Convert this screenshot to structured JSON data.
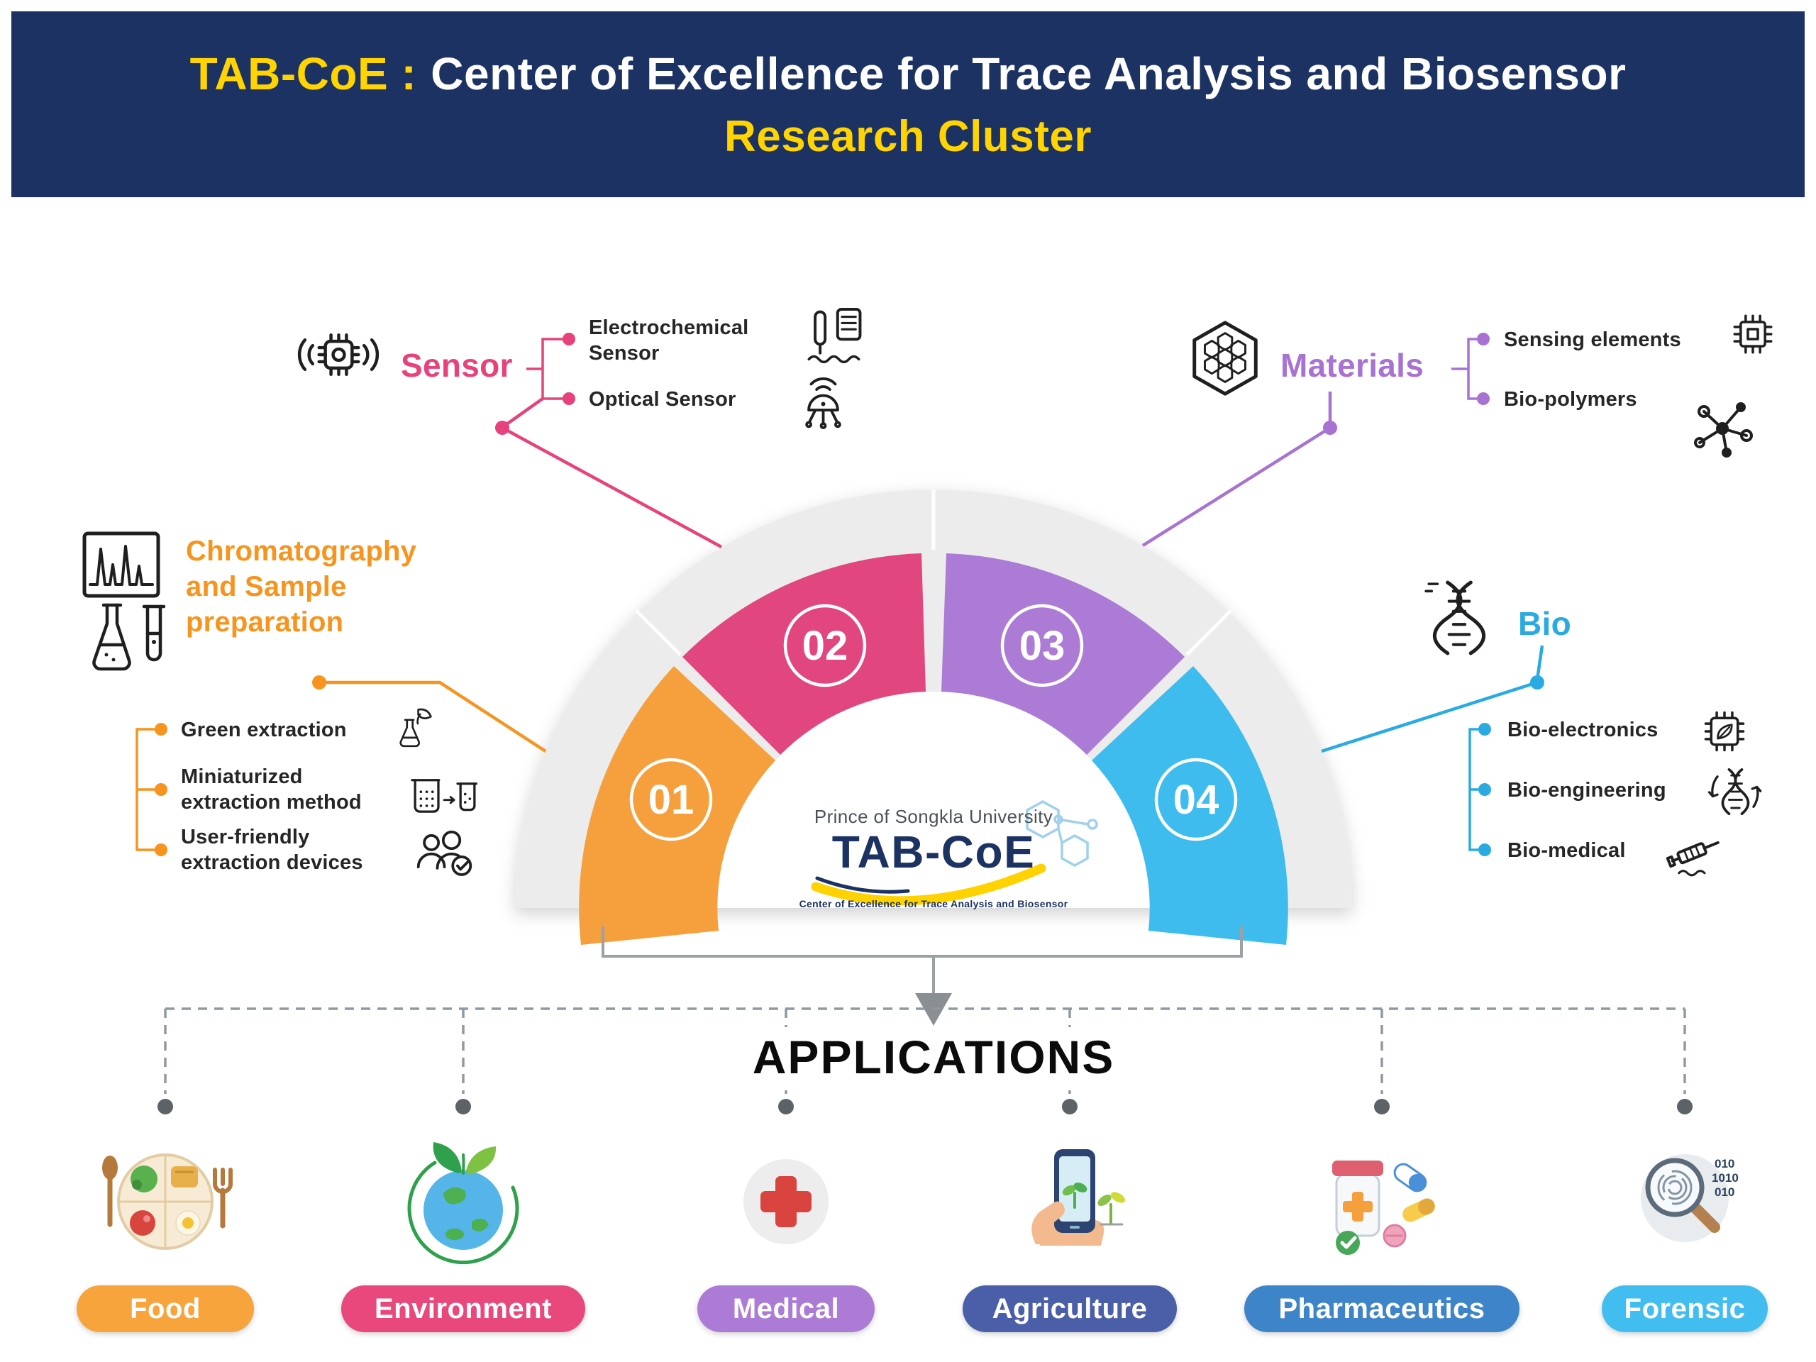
{
  "header": {
    "title_prefix": "TAB-CoE :",
    "title_main": "Center of Excellence for Trace Analysis and Biosensor",
    "subtitle": "Research Cluster",
    "bg_color": "#1B3262",
    "accent_color": "#FFD400"
  },
  "wheel": {
    "segments": [
      {
        "number": "01",
        "color": "#F5A03C"
      },
      {
        "number": "02",
        "color": "#E2467E"
      },
      {
        "number": "03",
        "color": "#AB7BD6"
      },
      {
        "number": "04",
        "color": "#3FBCEE"
      }
    ],
    "logo": {
      "university": "Prince of Songkla University",
      "name": "TAB-CoE",
      "tagline": "Center of Excellence for Trace Analysis and Biosensor"
    }
  },
  "branches": {
    "chromatography": {
      "title": "Chromatography and Sample preparation",
      "color": "#F7941E",
      "icons": [
        "chromatogram-icon",
        "lab-glassware-icon"
      ],
      "items": [
        {
          "label": "Green extraction",
          "icon": "flask-leaf-icon"
        },
        {
          "label": "Miniaturized extraction method",
          "icon": "beakers-icon"
        },
        {
          "label": "User-friendly extraction devices",
          "icon": "users-check-icon"
        }
      ]
    },
    "sensor": {
      "title": "Sensor",
      "color": "#E8427C",
      "icon": "wireless-chip-icon",
      "items": [
        {
          "label": "Electrochemical Sensor",
          "icon": "electrochemical-probe-icon"
        },
        {
          "label": "Optical Sensor",
          "icon": "optical-sensor-icon"
        }
      ]
    },
    "materials": {
      "title": "Materials",
      "color": "#A872D3",
      "icon": "honeycomb-icon",
      "items": [
        {
          "label": "Sensing elements",
          "icon": "microchip-icon"
        },
        {
          "label": "Bio-polymers",
          "icon": "molecule-icon"
        }
      ]
    },
    "bio": {
      "title": "Bio",
      "color": "#29ABE2",
      "icon": "dna-icon",
      "items": [
        {
          "label": "Bio-electronics",
          "icon": "chip-leaf-icon"
        },
        {
          "label": "Bio-engineering",
          "icon": "dna-gear-icon"
        },
        {
          "label": "Bio-medical",
          "icon": "syringe-icon"
        }
      ]
    }
  },
  "applications": {
    "title": "APPLICATIONS",
    "forensic_binary": [
      "010",
      "1010",
      "010"
    ],
    "items": [
      {
        "label": "Food",
        "color": "#F7A43C",
        "icon": "food-plate-icon"
      },
      {
        "label": "Environment",
        "color": "#E8487C",
        "icon": "earth-leaves-icon"
      },
      {
        "label": "Medical",
        "color": "#AB7BD6",
        "icon": "medical-cross-icon"
      },
      {
        "label": "Agriculture",
        "color": "#4A5FA8",
        "icon": "phone-plant-icon"
      },
      {
        "label": "Pharmaceutics",
        "color": "#3D85C8",
        "icon": "pills-bottle-icon"
      },
      {
        "label": "Forensic",
        "color": "#41BDF0",
        "icon": "fingerprint-magnifier-icon"
      }
    ]
  }
}
